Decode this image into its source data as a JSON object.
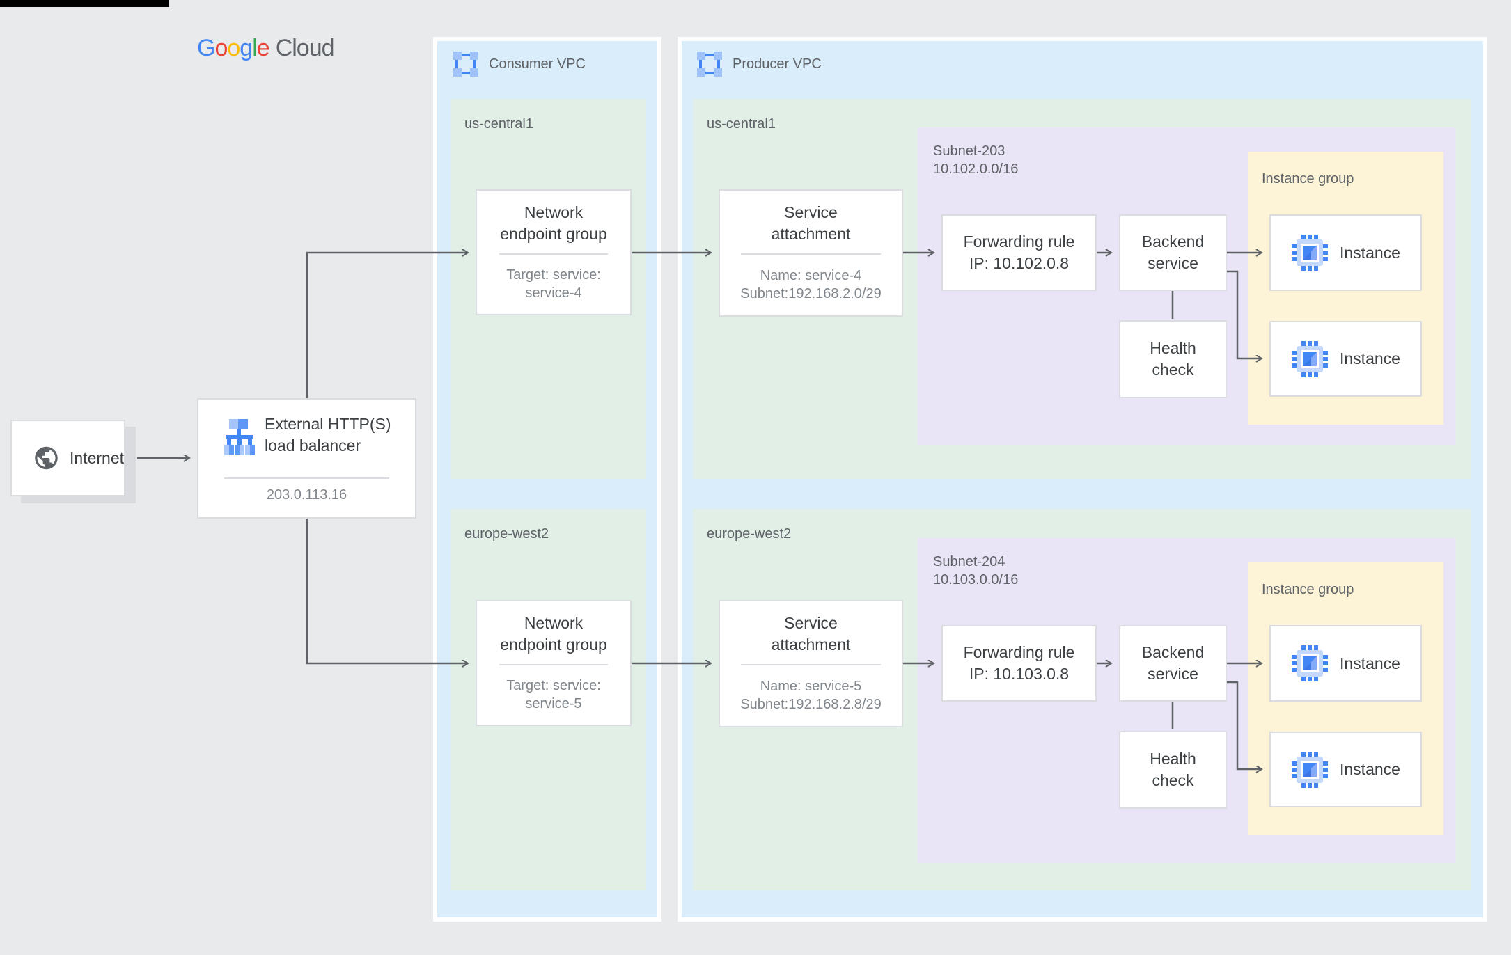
{
  "logo": {
    "letters": [
      {
        "ch": "G",
        "color": "#4285F4"
      },
      {
        "ch": "o",
        "color": "#EA4335"
      },
      {
        "ch": "o",
        "color": "#FBBC05"
      },
      {
        "ch": "g",
        "color": "#4285F4"
      },
      {
        "ch": "l",
        "color": "#34A853"
      },
      {
        "ch": "e",
        "color": "#EA4335"
      }
    ],
    "suffix": "Cloud"
  },
  "internet": {
    "label": "Internet"
  },
  "load_balancer": {
    "title_line1": "External HTTP(S)",
    "title_line2": "load balancer",
    "ip": "203.0.113.16"
  },
  "consumer_vpc": {
    "label": "Consumer VPC",
    "regions": [
      {
        "name": "us-central1",
        "neg": {
          "t1": "Network",
          "t2": "endpoint group",
          "s1": "Target: service:",
          "s2": "service-4"
        }
      },
      {
        "name": "europe-west2",
        "neg": {
          "t1": "Network",
          "t2": "endpoint group",
          "s1": "Target: service:",
          "s2": "service-5"
        }
      }
    ]
  },
  "producer_vpc": {
    "label": "Producer VPC",
    "regions": [
      {
        "name": "us-central1",
        "attachment": {
          "t1": "Service",
          "t2": "attachment",
          "s1": "Name: service-4",
          "s2": "Subnet:192.168.2.0/29"
        },
        "subnet": {
          "name": "Subnet-203",
          "cidr": "10.102.0.0/16"
        },
        "forwarding_rule": {
          "t1": "Forwarding rule",
          "t2": "IP: 10.102.0.8"
        },
        "backend_service": {
          "t1": "Backend",
          "t2": "service"
        },
        "health_check": {
          "t1": "Health",
          "t2": "check"
        },
        "instance_group": {
          "label": "Instance group",
          "instances": [
            {
              "label": "Instance"
            },
            {
              "label": "Instance"
            }
          ]
        }
      },
      {
        "name": "europe-west2",
        "attachment": {
          "t1": "Service",
          "t2": "attachment",
          "s1": "Name: service-5",
          "s2": "Subnet:192.168.2.8/29"
        },
        "subnet": {
          "name": "Subnet-204",
          "cidr": "10.103.0.0/16"
        },
        "forwarding_rule": {
          "t1": "Forwarding rule",
          "t2": "IP: 10.103.0.8"
        },
        "backend_service": {
          "t1": "Backend",
          "t2": "service"
        },
        "health_check": {
          "t1": "Health",
          "t2": "check"
        },
        "instance_group": {
          "label": "Instance group",
          "instances": [
            {
              "label": "Instance"
            },
            {
              "label": "Instance"
            }
          ]
        }
      }
    ]
  },
  "colors": {
    "background": "#e8eaec",
    "vpc_panel_fill": "#daedfa",
    "region_green": "#e2efe7",
    "subnet_purple": "#eae5f6",
    "instance_group_yellow": "#fdf3d7",
    "box_border": "#dadce0",
    "connector_gray": "#5f6368",
    "title_text": "#3c4043",
    "secondary_text": "#80868b",
    "label_text": "#5f6368",
    "google_blue": "#4285F4"
  }
}
